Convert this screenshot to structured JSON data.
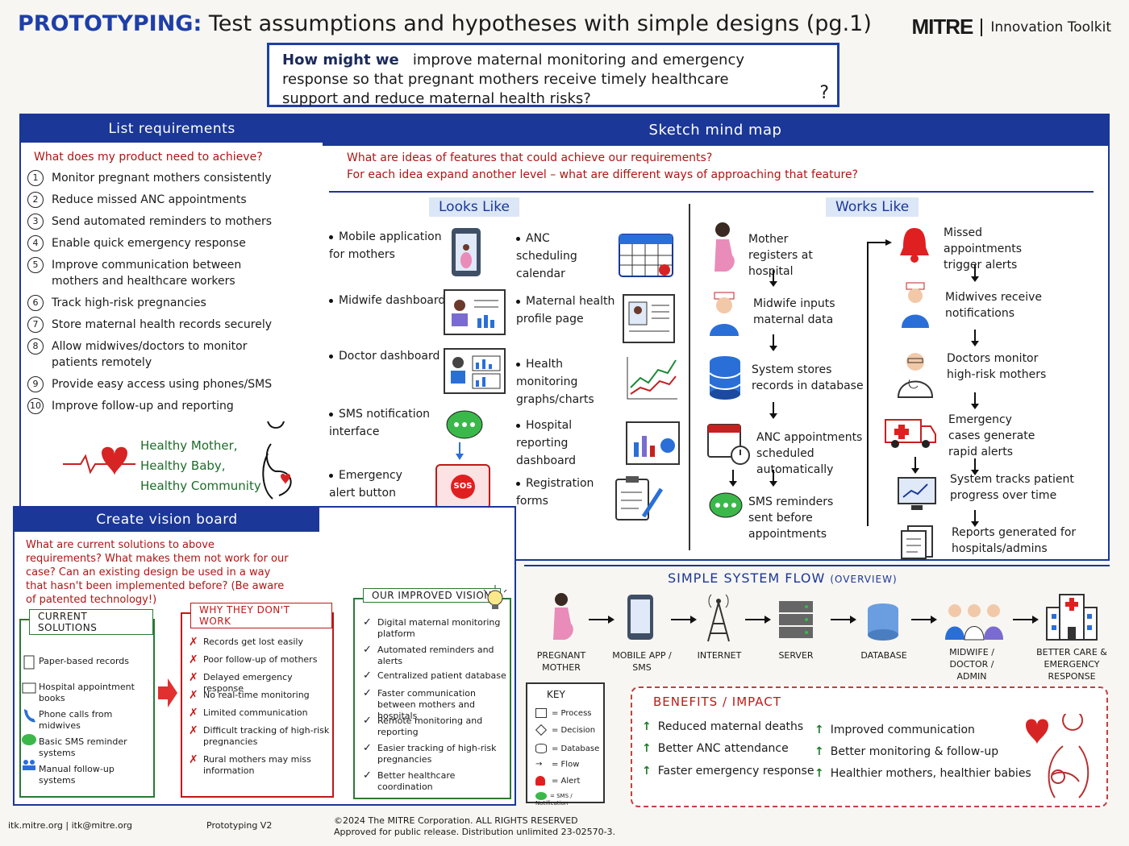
{
  "header": {
    "title_strong": "PROTOTYPING:",
    "title_rest": "Test assumptions and hypotheses with simple designs (pg.1)",
    "brand_logo": "MITRE",
    "brand_toolkit": "Innovation Toolkit"
  },
  "hmw": {
    "lead": "How might we",
    "line1": "improve maternal monitoring and emergency",
    "line2": "response so that pregnant mothers receive timely healthcare",
    "line3": "support and reduce maternal health risks?",
    "qmark": "?"
  },
  "requirements": {
    "title": "List requirements",
    "question": "What does my product need to achieve?",
    "items": [
      {
        "n": "1",
        "text": "Monitor pregnant mothers consistently"
      },
      {
        "n": "2",
        "text": "Reduce missed ANC appointments"
      },
      {
        "n": "3",
        "text": "Send automated reminders to mothers"
      },
      {
        "n": "4",
        "text": "Enable quick emergency response"
      },
      {
        "n": "5",
        "text": "Improve communication between mothers and healthcare workers"
      },
      {
        "n": "6",
        "text": "Track high-risk pregnancies"
      },
      {
        "n": "7",
        "text": "Store maternal health records securely"
      },
      {
        "n": "8",
        "text": "Allow midwives/doctors to monitor patients remotely"
      },
      {
        "n": "9",
        "text": "Provide easy access using phones/SMS"
      },
      {
        "n": "10",
        "text": "Improve follow-up and reporting"
      }
    ],
    "motto": [
      "Healthy Mother,",
      "Healthy Baby,",
      "Healthy Community"
    ]
  },
  "mindmap": {
    "title": "Sketch mind map",
    "question1": "What are ideas of features that could achieve our requirements?",
    "question2": "For each idea expand another level – what are different ways of approaching that feature?",
    "looks_like": {
      "title": "Looks Like",
      "left": [
        "Mobile application for mothers",
        "Midwife dashboard",
        "Doctor dashboard",
        "SMS notification interface",
        "Emergency alert button"
      ],
      "right": [
        "ANC scheduling calendar",
        "Maternal health profile page",
        "Health monitoring graphs/charts",
        "Hospital reporting dashboard",
        "Registration forms"
      ],
      "sos_label": "SOS"
    },
    "works_like": {
      "title": "Works Like",
      "left": [
        "Mother registers at hospital",
        "Midwife inputs maternal data",
        "System stores records in database",
        "ANC appointments scheduled automatically",
        "SMS reminders sent before appointments"
      ],
      "right": [
        "Missed appointments trigger alerts",
        "Midwives receive notifications",
        "Doctors monitor high-risk mothers",
        "Emergency cases generate rapid alerts",
        "System tracks patient progress over time",
        "Reports generated for hospitals/admins"
      ]
    }
  },
  "vision": {
    "title": "Create vision board",
    "question": "What are current solutions to above requirements? What makes them not work for our case? Can an existing design be used in a way that hasn't been implemented before? (Be aware of patented technology!)",
    "current": {
      "title": "CURRENT SOLUTIONS",
      "items": [
        "Paper-based records",
        "Hospital appointment books",
        "Phone calls from midwives",
        "Basic SMS reminder systems",
        "Manual follow-up systems"
      ]
    },
    "why_not": {
      "title": "WHY THEY DON'T WORK",
      "items": [
        "Records get lost easily",
        "Poor follow-up of mothers",
        "Delayed emergency response",
        "No real-time monitoring",
        "Limited communication",
        "Difficult tracking of high-risk pregnancies",
        "Rural mothers may miss information"
      ]
    },
    "improved": {
      "title": "OUR IMPROVED VISION",
      "items": [
        "Digital maternal monitoring platform",
        "Automated reminders and alerts",
        "Centralized patient database",
        "Faster communication between mothers and hospitals",
        "Remote monitoring and reporting",
        "Easier tracking of high-risk pregnancies",
        "Better healthcare coordination"
      ]
    }
  },
  "flow": {
    "title": "SIMPLE SYSTEM FLOW",
    "title_small": "(OVERVIEW)",
    "nodes": [
      "PREGNANT MOTHER",
      "MOBILE APP / SMS",
      "INTERNET",
      "SERVER",
      "DATABASE",
      "MIDWIFE / DOCTOR / ADMIN",
      "BETTER CARE & EMERGENCY RESPONSE"
    ]
  },
  "key": {
    "title": "KEY",
    "items": [
      "= Process",
      "= Decision",
      "= Database",
      "= Flow",
      "= Alert",
      "= SMS / Notification"
    ]
  },
  "benefits": {
    "title": "BENEFITS / IMPACT",
    "left": [
      "Reduced maternal deaths",
      "Better ANC attendance",
      "Faster emergency response"
    ],
    "right": [
      "Improved communication",
      "Better monitoring & follow-up",
      "Healthier mothers, healthier babies"
    ]
  },
  "footer": {
    "links": "itk.mitre.org  |  itk@mitre.org",
    "version": "Prototyping V2",
    "copyright": "©2024 The MITRE Corporation. ALL RIGHTS RESERVED",
    "release": "Approved for public release. Distribution unlimited 23-02570-3."
  },
  "colors": {
    "brand_blue": "#1b3797",
    "question_red": "#b01515",
    "motto_green": "#1e6b2a"
  }
}
